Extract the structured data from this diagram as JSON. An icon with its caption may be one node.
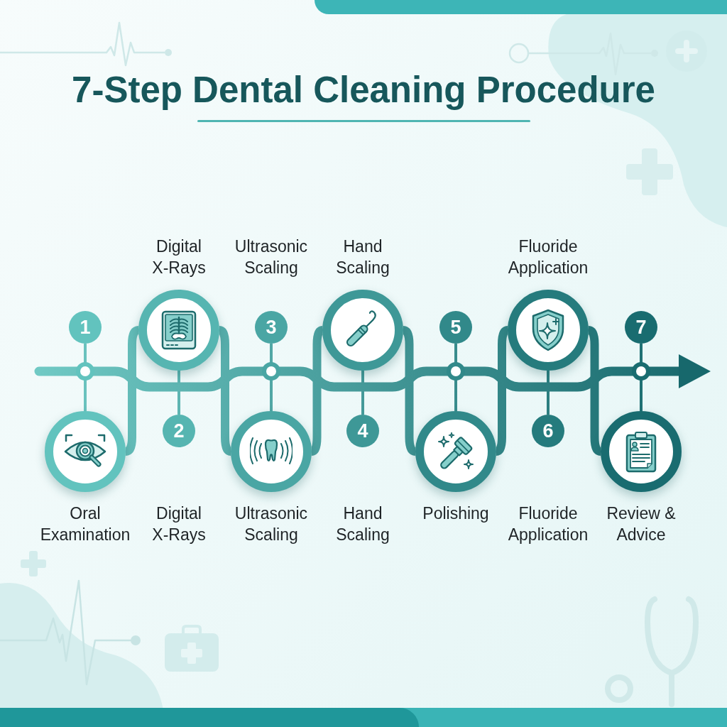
{
  "diagram": {
    "title": "7-Step Dental Cleaning Procedure",
    "nodes": [
      {
        "text": [
          "1"
        ]
      },
      {
        "text": [],
        "shape": "circle",
        "beside": [
          "Oral Examination"
        ]
      },
      {
        "text": [],
        "shape": "circle",
        "beside": [
          "Digital X-Rays"
        ]
      },
      {
        "text": [
          "2"
        ]
      },
      {
        "text": [
          "3"
        ]
      },
      {
        "text": [],
        "shape": "circle",
        "beside": [
          "Ultrasonic Scaling"
        ]
      },
      {
        "text": [],
        "shape": "circle",
        "beside": [
          "Hand Scaling"
        ]
      },
      {
        "text": [
          "4"
        ]
      },
      {
        "text": [
          "5"
        ]
      },
      {
        "text": [],
        "shape": "circle",
        "beside": [
          "Polishing"
        ]
      },
      {
        "text": [],
        "shape": "circle",
        "beside": [
          "Fluoride Application"
        ]
      },
      {
        "text": [
          "6"
        ]
      },
      {
        "text": [
          "7"
        ]
      },
      {
        "text": [],
        "shape": "circle",
        "beside": [
          "Review & Advice"
        ]
      }
    ],
    "edges": [
      {
        "from": 0,
        "to": 1,
        "arrow": "none"
      },
      {
        "from": 2,
        "to": 3,
        "arrow": "none"
      },
      {
        "from": 4,
        "to": 5,
        "arrow": "none"
      },
      {
        "from": 6,
        "to": 7,
        "arrow": "none"
      },
      {
        "from": 8,
        "to": 9,
        "arrow": "none"
      },
      {
        "from": 10,
        "to": 11,
        "arrow": "none"
      },
      {
        "from": 12,
        "to": 13,
        "arrow": "none"
      },
      {
        "from": 1,
        "to": 2,
        "arrow": "none",
        "style": "thick"
      },
      {
        "from": 2,
        "to": 5,
        "arrow": "none",
        "style": "thick"
      },
      {
        "from": 5,
        "to": 6,
        "arrow": "none",
        "style": "thick"
      },
      {
        "from": 6,
        "to": 9,
        "arrow": "none",
        "style": "thick"
      },
      {
        "from": 9,
        "to": 10,
        "arrow": "none",
        "style": "thick"
      },
      {
        "from": 10,
        "to": 13,
        "arrow": "none",
        "style": "thick"
      }
    ],
    "labels": [
      "Ultrasonic Scaling",
      "Digital X-Rays",
      "Hand Scaling",
      "Fluoride Application"
    ]
  }
}
